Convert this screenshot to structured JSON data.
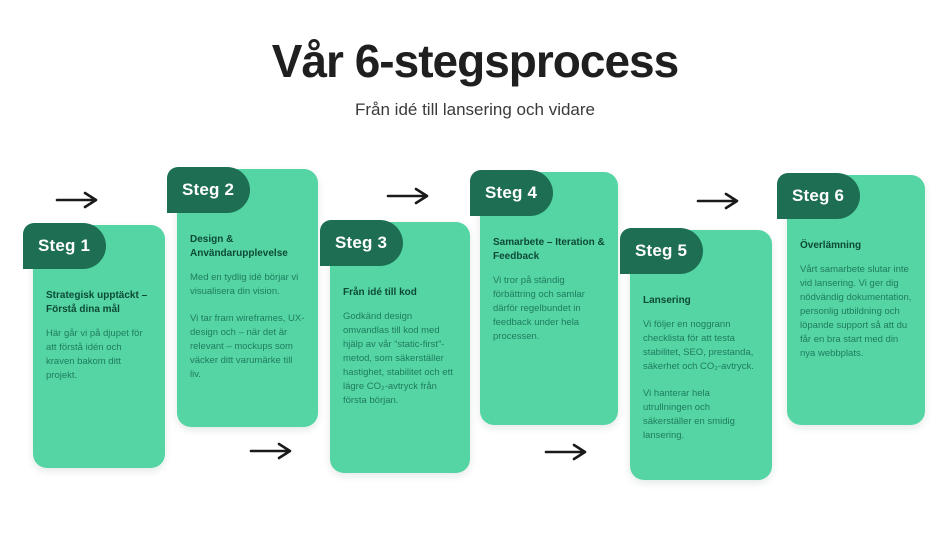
{
  "page": {
    "title": "Vår 6-stegsprocess",
    "subtitle": "Från idé till lansering och vidare"
  },
  "colors": {
    "title_text": "#1f1f1f",
    "subtitle_text": "#3a3a3a",
    "card_bg": "#55d5a4",
    "badge_bg": "#1d6e53",
    "heading_text": "#0d4a36",
    "body_text": "#1f7c5e",
    "arrow": "#1a1a1a"
  },
  "icons": {
    "flow_arrow": "arrow-right-icon"
  },
  "steps": [
    {
      "badge": "Steg 1",
      "heading": "Strategisk upptäckt – Förstå dina mål",
      "paragraphs": [
        "Här går vi på djupet för att förstå idén och kraven bakom ditt projekt."
      ]
    },
    {
      "badge": "Steg 2",
      "heading": "Design & Användarupplevelse",
      "paragraphs": [
        "Med en tydlig idé börjar vi visualisera din vision.",
        "Vi tar fram wireframes, UX-design och – när det är relevant – mockups som väcker ditt varumärke till liv."
      ]
    },
    {
      "badge": "Steg 3",
      "heading": "Från idé till kod",
      "paragraphs": [
        "Godkänd design omvandlas till kod med hjälp av vår “static-first”-metod, som säkerställer hastighet, stabilitet och ett lägre CO₂-avtryck från första början."
      ]
    },
    {
      "badge": "Steg 4",
      "heading": "Samarbete – Iteration & Feedback",
      "paragraphs": [
        "Vi tror på ständig förbättring och samlar därför regelbundet in feedback under hela processen."
      ]
    },
    {
      "badge": "Steg 5",
      "heading": "Lansering",
      "paragraphs": [
        "Vi följer en noggrann checklista för att testa stabilitet, SEO, prestanda, säkerhet och CO₂-avtryck.",
        "Vi hanterar hela utrullningen och säkerställer en smidig lansering."
      ]
    },
    {
      "badge": "Steg 6",
      "heading": "Överlämning",
      "paragraphs": [
        "Vårt samarbete slutar inte vid lansering. Vi ger dig nödvändig dokumentation, personlig utbildning och löpande support så att du får en bra start med din nya webbplats."
      ]
    }
  ]
}
